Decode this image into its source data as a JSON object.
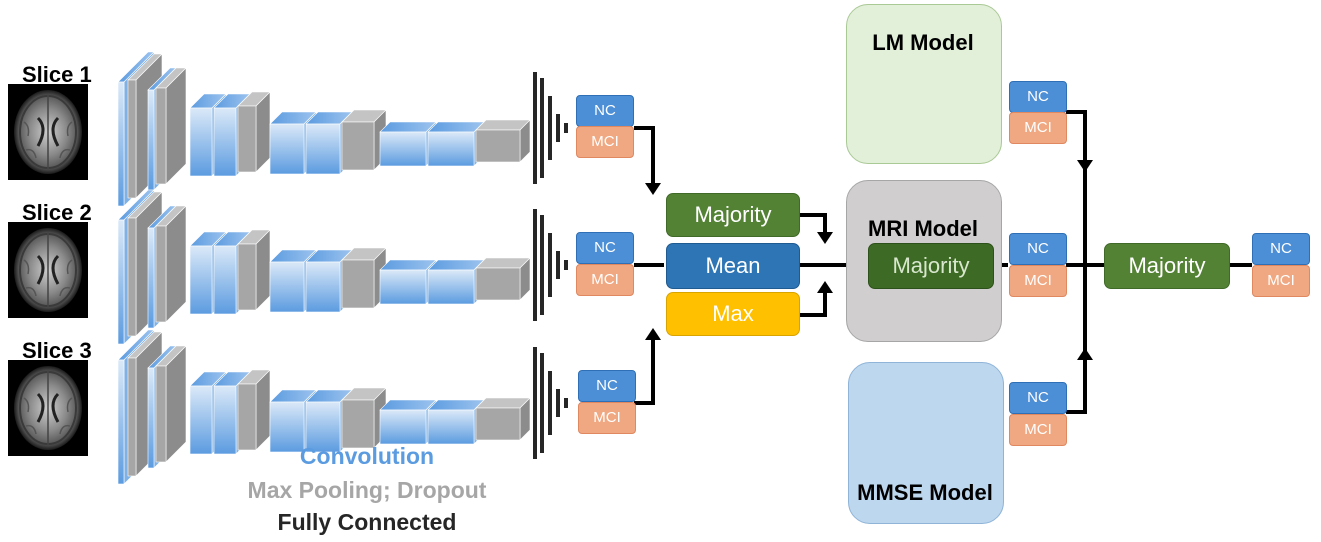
{
  "slices": [
    {
      "label": "Slice 1"
    },
    {
      "label": "Slice 2"
    },
    {
      "label": "Slice 3"
    }
  ],
  "classes": {
    "nc": "NC",
    "mci": "MCI"
  },
  "aggregators": {
    "majority": "Majority",
    "mean": "Mean",
    "max": "Max"
  },
  "models": {
    "lm": {
      "title": "LM Model"
    },
    "mri": {
      "title": "MRI Model",
      "inner": "Majority"
    },
    "mmse": {
      "title": "MMSE Model"
    }
  },
  "final": {
    "label": "Majority"
  },
  "legend": {
    "convolution": "Convolution",
    "pooling": "Max Pooling; Dropout",
    "fc": "Fully Connected"
  },
  "colors": {
    "convolution": "#5b9be0",
    "pooling": "#a6a6a6",
    "fc": "#262626",
    "nc": "#4d8fd6",
    "mci": "#f0a882",
    "majority": "#548235",
    "mean": "#2e75b6",
    "max": "#ffc000",
    "lm_bg": "#e2efd9",
    "mri_bg": "#d0cece",
    "mmse_bg": "#bdd7ee"
  }
}
